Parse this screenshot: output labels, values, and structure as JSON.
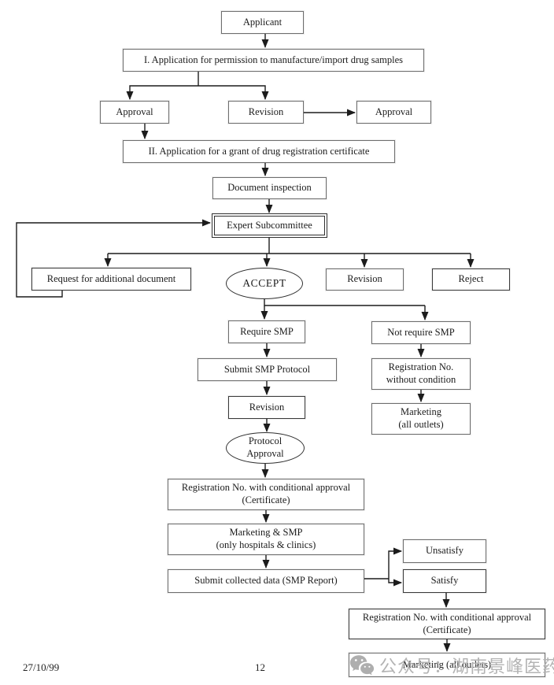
{
  "footer": {
    "date": "27/10/99",
    "page_number": "12"
  },
  "watermark": {
    "label": "公众号：湖南景峰医药",
    "icon": "wechat-icon",
    "color": "#b4b4b4"
  },
  "nodes": {
    "applicant": "Applicant",
    "step1": "I. Application for permission to manufacture/import drug samples",
    "approval1": "Approval",
    "revision1": "Revision",
    "approval2": "Approval",
    "step2": "II. Application for a grant of drug registration certificate",
    "document_inspection": "Document inspection",
    "expert_subcommittee": "Expert Subcommittee",
    "request_additional": "Request for additional document",
    "accept": "ACCEPT",
    "revision2": "Revision",
    "reject": "Reject",
    "require_smp": "Require SMP",
    "not_require_smp": "Not require SMP",
    "submit_smp_protocol": "Submit SMP Protocol",
    "reg_no_without_condition": "Registration No.\nwithout condition",
    "revision3": "Revision",
    "marketing_all_outlets_1": "Marketing\n(all outlets)",
    "protocol_approval": "Protocol\nApproval",
    "reg_conditional_1": "Registration No. with conditional approval\n(Certificate)",
    "marketing_smp": "Marketing & SMP\n(only hospitals & clinics)",
    "submit_collected_data": "Submit collected data (SMP Report)",
    "unsatisfy": "Unsatisfy",
    "satisfy": "Satisfy",
    "reg_conditional_2": "Registration No. with conditional approval\n(Certificate)",
    "marketing_all_outlets_2": "Marketing (all outlets)"
  }
}
